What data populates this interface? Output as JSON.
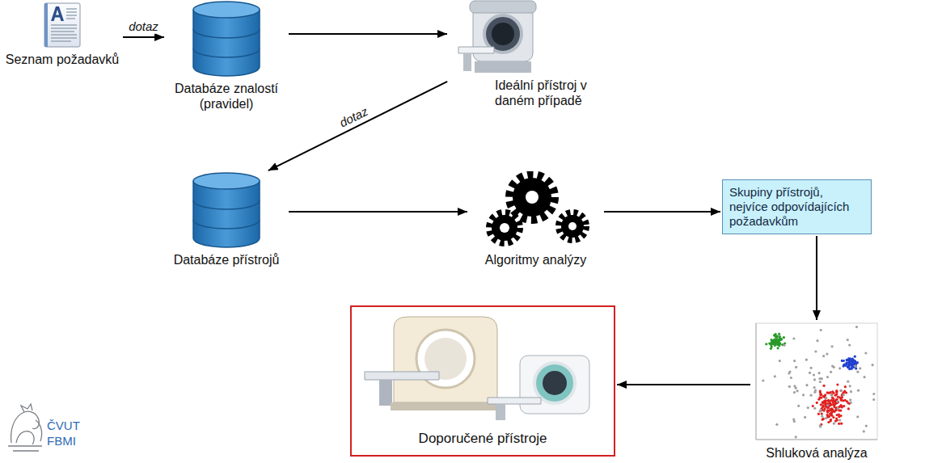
{
  "diagram": {
    "nodes": [
      {
        "text": [
          "Seznam požadavků"
        ]
      },
      {
        "text": [
          "Databáze znalostí (pravidel)"
        ]
      },
      {
        "text": [
          "Ideální přístroj v daném případě"
        ]
      },
      {
        "text": [
          "Databáze přístrojů"
        ]
      },
      {
        "text": [
          "Algoritmy analýzy"
        ]
      },
      {
        "text": [
          "Skupiny přístrojů, nejvíce odpovídajících požadavkům"
        ]
      },
      {
        "text": [
          "Shluková analýza"
        ]
      },
      {
        "text": [
          "Doporučené přístroje"
        ]
      }
    ],
    "edges": [
      {
        "from": 0,
        "to": 1,
        "arrow": "to",
        "label": "dotaz"
      },
      {
        "from": 1,
        "to": 2,
        "arrow": "to"
      },
      {
        "from": 2,
        "to": 3,
        "arrow": "to",
        "label": "dotaz"
      },
      {
        "from": 3,
        "to": 4,
        "arrow": "to"
      },
      {
        "from": 4,
        "to": 5,
        "arrow": "to"
      },
      {
        "from": 5,
        "to": 6,
        "arrow": "to"
      },
      {
        "from": 6,
        "to": 7,
        "arrow": "to"
      }
    ],
    "labels": [
      "ČVUT",
      "FBMI"
    ]
  }
}
